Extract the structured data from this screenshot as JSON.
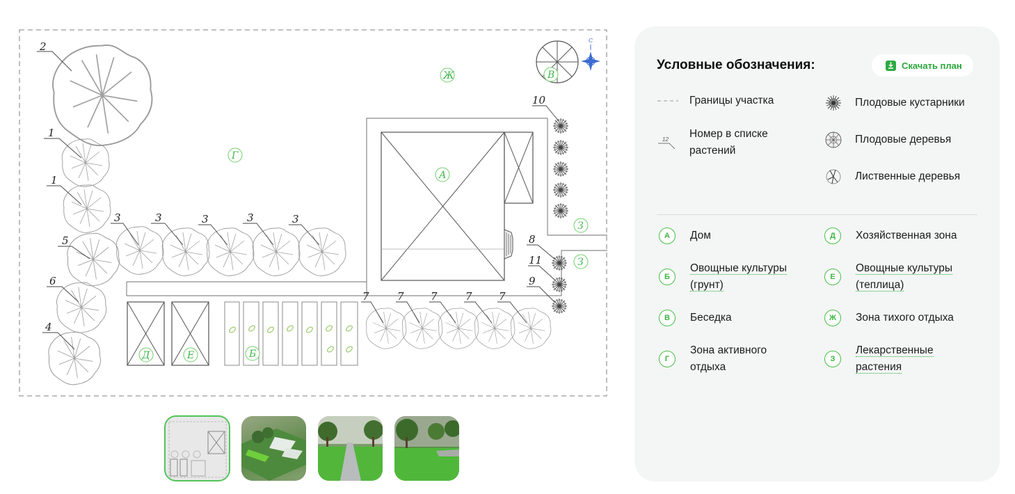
{
  "plan": {
    "numbers": [
      "2",
      "1",
      "1",
      "5",
      "6",
      "4",
      "3",
      "3",
      "3",
      "3",
      "3",
      "7",
      "7",
      "7",
      "7",
      "7",
      "10",
      "8",
      "11",
      "9"
    ],
    "zones": [
      "Ж",
      "Г",
      "А",
      "В",
      "З",
      "З",
      "Д",
      "Е",
      "Б"
    ],
    "compass_letter": "С"
  },
  "thumbnails": [
    {
      "label": "plan"
    },
    {
      "label": "3d-top"
    },
    {
      "label": "3d-path"
    },
    {
      "label": "3d-lawn"
    }
  ],
  "legend": {
    "title": "Условные обозначения:",
    "download_label": "Скачать план",
    "symbols": [
      {
        "text_1": "Границы участка",
        "text_2": ""
      },
      {
        "text_1": "Номер в списке",
        "text_2": "растений",
        "number": "12"
      },
      {
        "text_1": "Плодовые кустарники",
        "text_2": ""
      },
      {
        "text_1": "Плодовые деревья",
        "text_2": ""
      },
      {
        "text_1": "Лиственные деревья",
        "text_2": ""
      }
    ],
    "zones": [
      {
        "letter": "А",
        "line_1": "Дом",
        "line_2": ""
      },
      {
        "letter": "Б",
        "line_1": "Овощные культуры",
        "line_2": "(грунт)"
      },
      {
        "letter": "В",
        "line_1": "Беседка",
        "line_2": ""
      },
      {
        "letter": "Г",
        "line_1": "Зона активного",
        "line_2": "отдыха"
      },
      {
        "letter": "Д",
        "line_1": "Хозяйственная зона",
        "line_2": ""
      },
      {
        "letter": "Е",
        "line_1": "Овощные культуры",
        "line_2": "(теплица)"
      },
      {
        "letter": "Ж",
        "line_1": "Зона тихого отдыха",
        "line_2": ""
      },
      {
        "letter": "З",
        "line_1": "Лекарственные",
        "line_2": "растения"
      }
    ]
  },
  "colors": {
    "accent": "#3fb54a",
    "panel": "#f4f5f5"
  }
}
